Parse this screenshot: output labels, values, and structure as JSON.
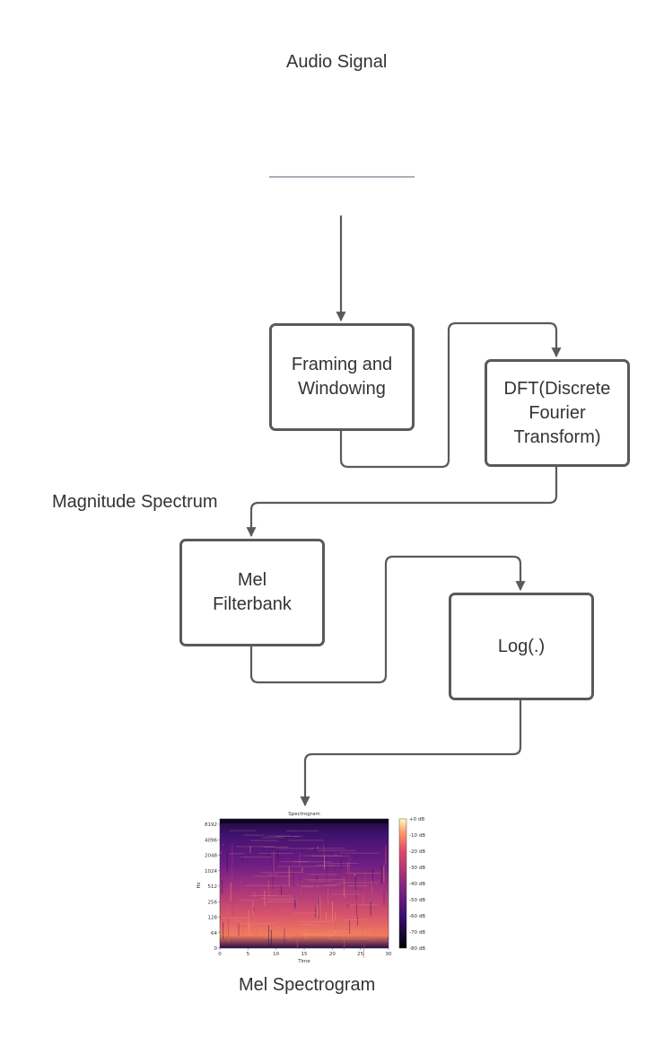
{
  "title": "Audio Signal",
  "nodes": {
    "framing": [
      "Framing and",
      "Windowing"
    ],
    "dft": [
      "DFT(Discrete",
      "Fourier",
      "Transform)"
    ],
    "mel": [
      "Mel",
      "Filterbank"
    ],
    "log": [
      "Log(.)"
    ]
  },
  "edge_labels": {
    "magnitude": "Magnitude Spectrum"
  },
  "output_label": "Mel Spectrogram",
  "spectrogram_image": {
    "title": "Spectrogram",
    "ylabel": "Hz",
    "xlabel": "Time",
    "y_ticks": [
      "8192",
      "4096",
      "2048",
      "1024",
      "512",
      "256",
      "128",
      "64",
      "0"
    ],
    "x_ticks": [
      "0",
      "5",
      "10",
      "15",
      "20",
      "25",
      "30"
    ],
    "colorbar_ticks": [
      "+0 dB",
      "-10 dB",
      "-20 dB",
      "-30 dB",
      "-40 dB",
      "-50 dB",
      "-60 dB",
      "-70 dB",
      "-80 dB"
    ]
  },
  "colors": {
    "stroke": "#5a5a5a",
    "text": "#333333",
    "wave_dark": "#1b2a44",
    "wave_light": "#a7bdd6"
  }
}
